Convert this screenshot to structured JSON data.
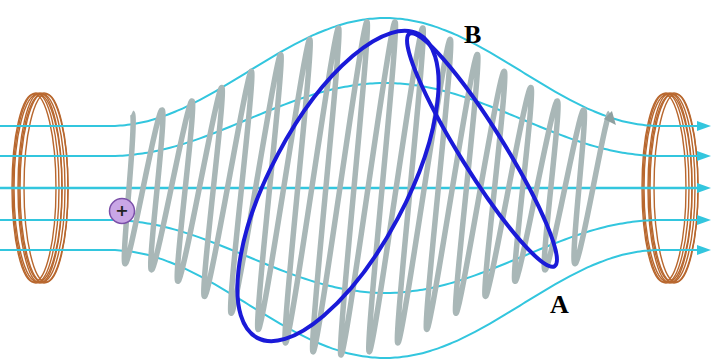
{
  "diagram": {
    "nodes": [
      {
        "text": [
          "+"
        ]
      }
    ],
    "labels": [
      "B",
      "A"
    ]
  }
}
